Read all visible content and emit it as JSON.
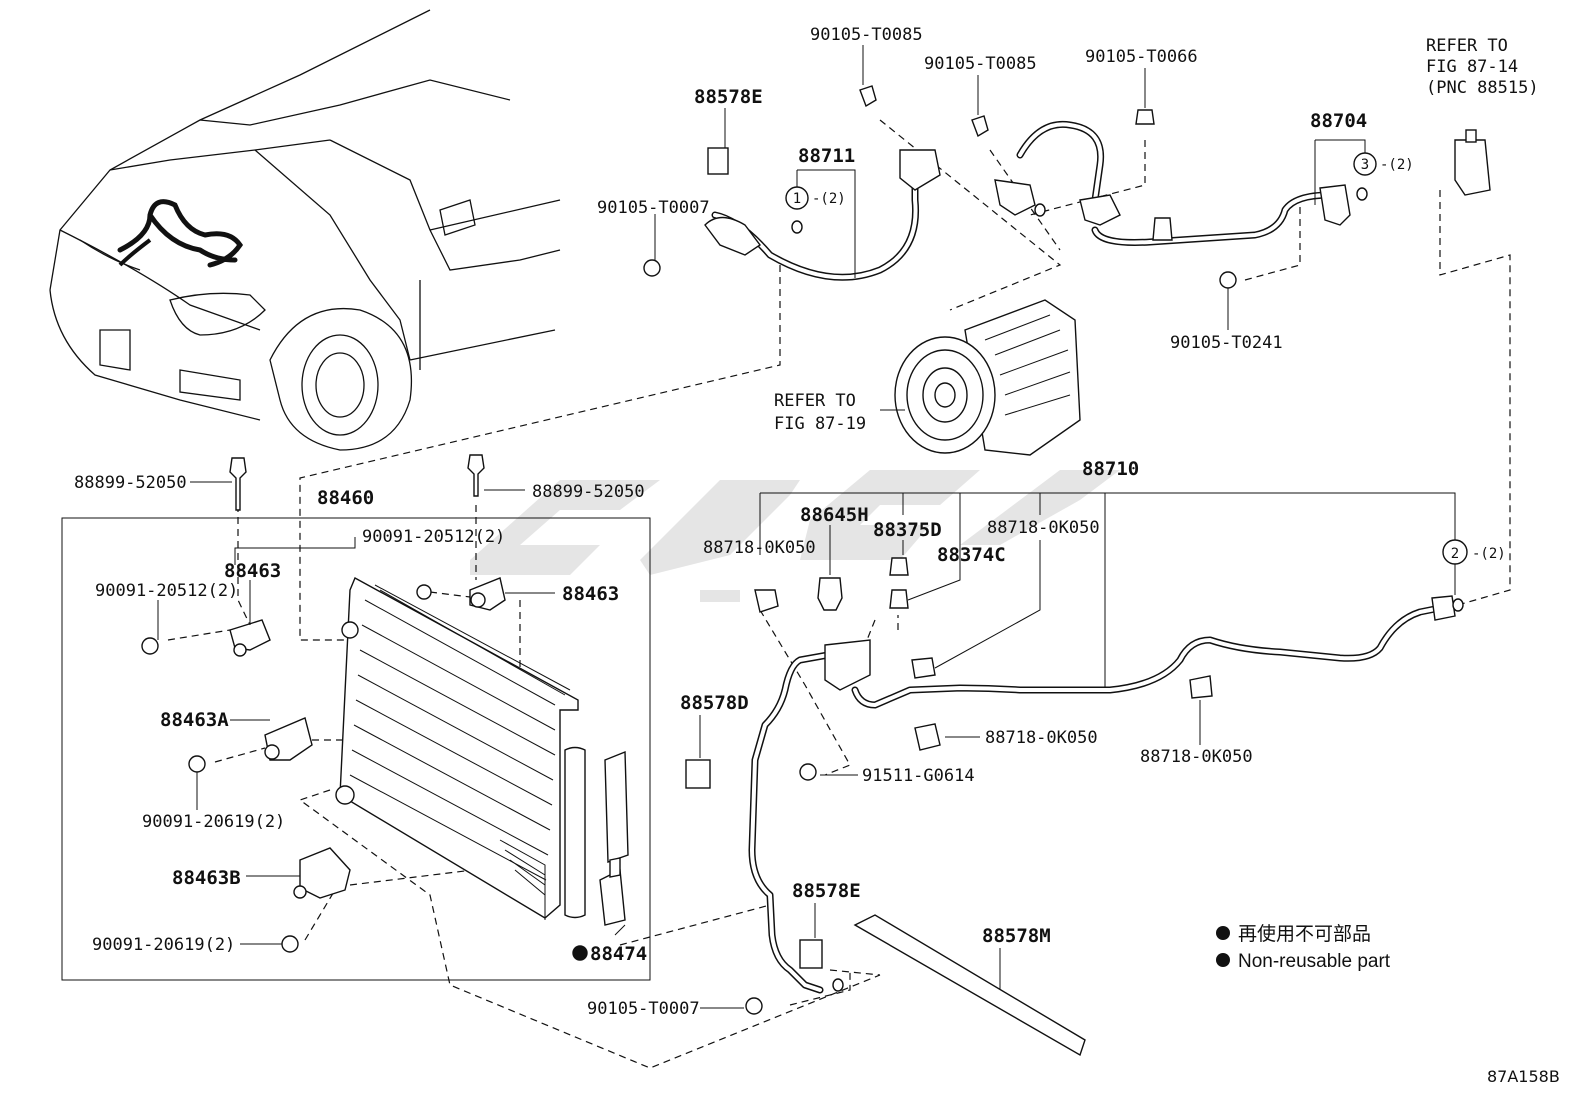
{
  "labels": {
    "p88578E_top": "88578E",
    "p88711": "88711",
    "p90105_T0007_top": "90105-T0007",
    "p90105_T0085_a": "90105-T0085",
    "p90105_T0085_b": "90105-T0085",
    "p90105_T0066": "90105-T0066",
    "refer_87_14_l1": "REFER TO",
    "refer_87_14_l2": "FIG 87-14",
    "refer_87_14_l3": "(PNC 88515)",
    "p88704": "88704",
    "p90105_T0241": "90105-T0241",
    "refer_87_19_l1": "REFER TO",
    "refer_87_19_l2": "FIG 87-19",
    "p88899_52050_a": "88899-52050",
    "p88899_52050_b": "88899-52050",
    "p88460": "88460",
    "p90091_20512_top": "90091-20512(2)",
    "p88463_left": "88463",
    "p90091_20512_left": "90091-20512(2)",
    "p88463_right": "88463",
    "p88463A": "88463A",
    "p90091_20619_a": "90091-20619(2)",
    "p88463B": "88463B",
    "p90091_20619_b": "90091-20619(2)",
    "p88474": "88474",
    "p88710": "88710",
    "p88645H": "88645H",
    "p88375D": "88375D",
    "p88374C": "88374C",
    "p88718_0K050_a": "88718-0K050",
    "p88718_0K050_b": "88718-0K050",
    "p88718_0K050_c": "88718-0K050",
    "p88718_0K050_d": "88718-0K050",
    "p88578D": "88578D",
    "p91511_G0614": "91511-G0614",
    "p88578E_bottom": "88578E",
    "p90105_T0007_bottom": "90105-T0007",
    "p88578M": "88578M",
    "circle1": "1",
    "circle1_qty": "-(2)",
    "circle2": "2",
    "circle2_qty": "-(2)",
    "circle3": "3",
    "circle3_qty": "-(2)"
  },
  "legend": {
    "japanese": "再使用不可部品",
    "english": "Non-reusable part"
  },
  "figure_code": "87A158B",
  "colors": {
    "ink": "#111111",
    "watermark": "#cfcfcf"
  }
}
